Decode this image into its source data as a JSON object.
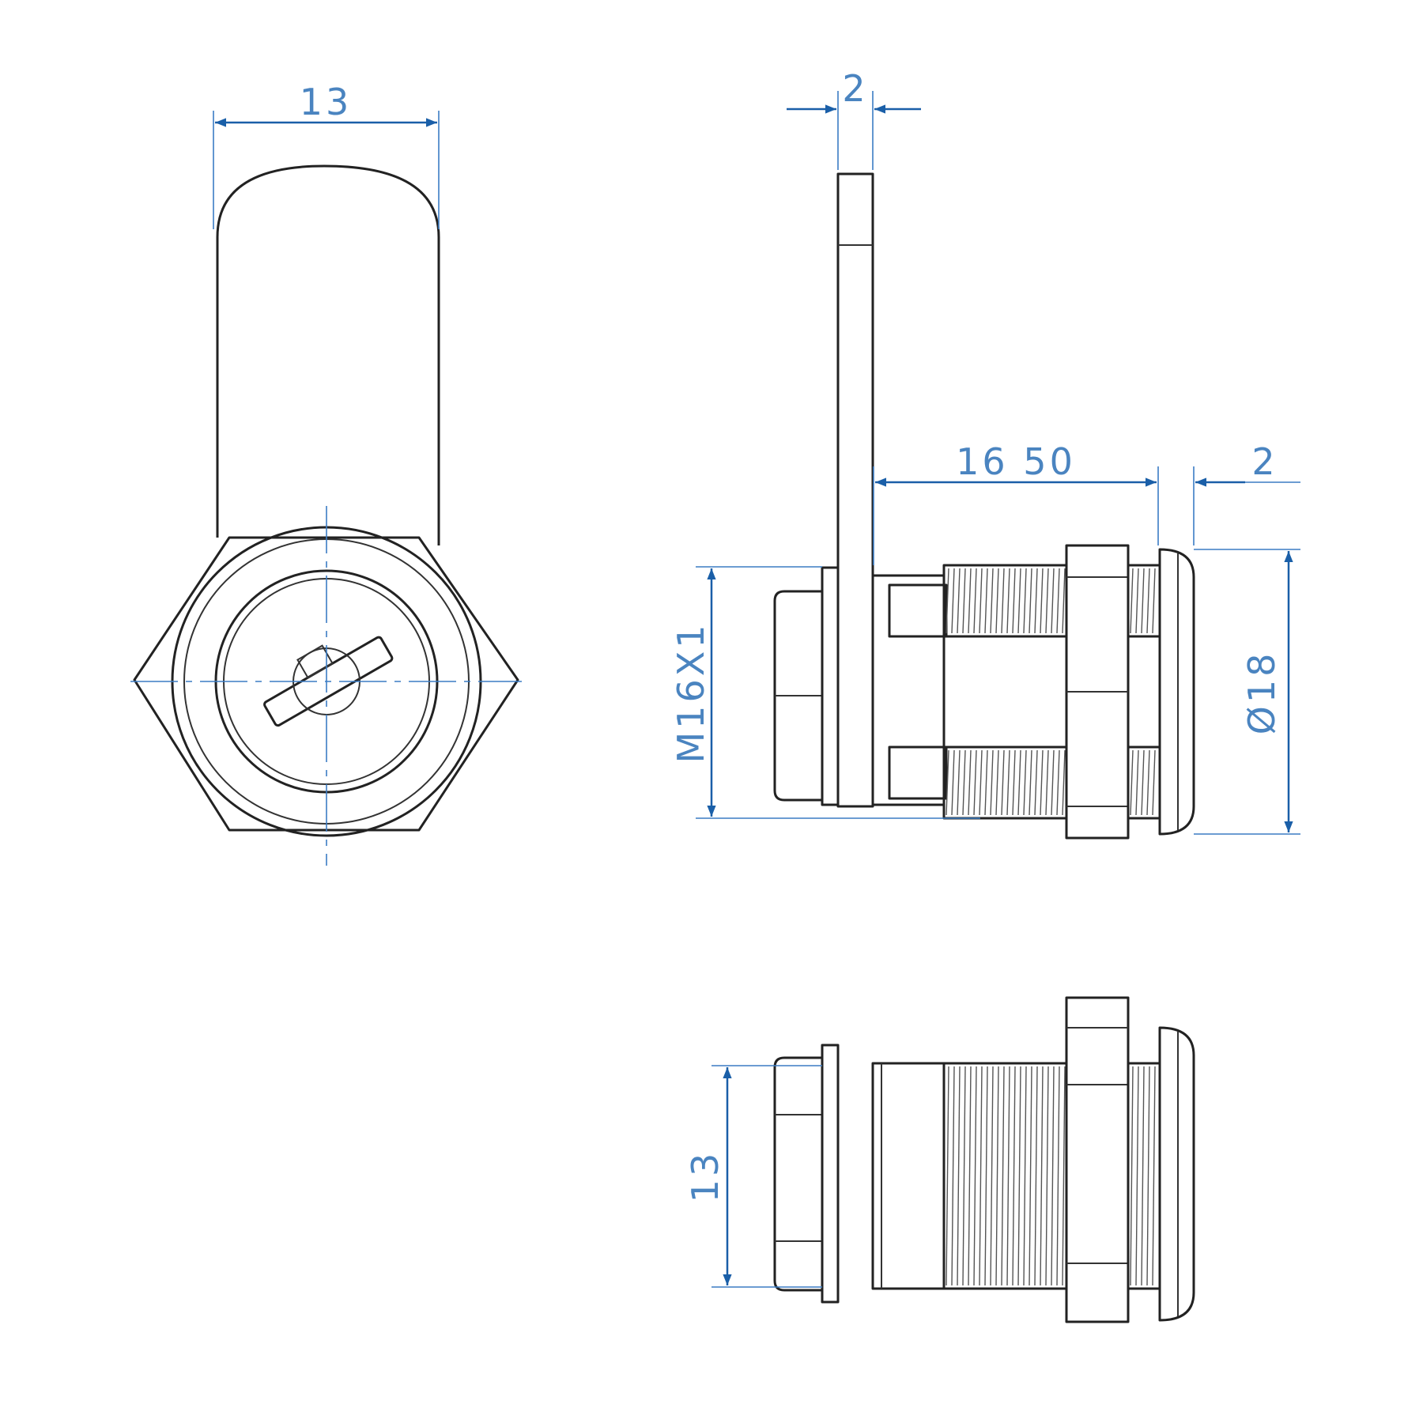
{
  "colors": {
    "outline": "#222222",
    "dimension": "#1a5fa8",
    "dimension_text": "#4a84c0",
    "background": "#ffffff"
  },
  "views": {
    "front": {
      "width_dim": "13"
    },
    "side": {
      "cam_thickness_dim": "2",
      "length_dim": "16 50",
      "flange_dim": "2",
      "thread_dim": "M16X1",
      "diameter_dim": "Ø18"
    },
    "top": {
      "width_dim": "13"
    }
  }
}
